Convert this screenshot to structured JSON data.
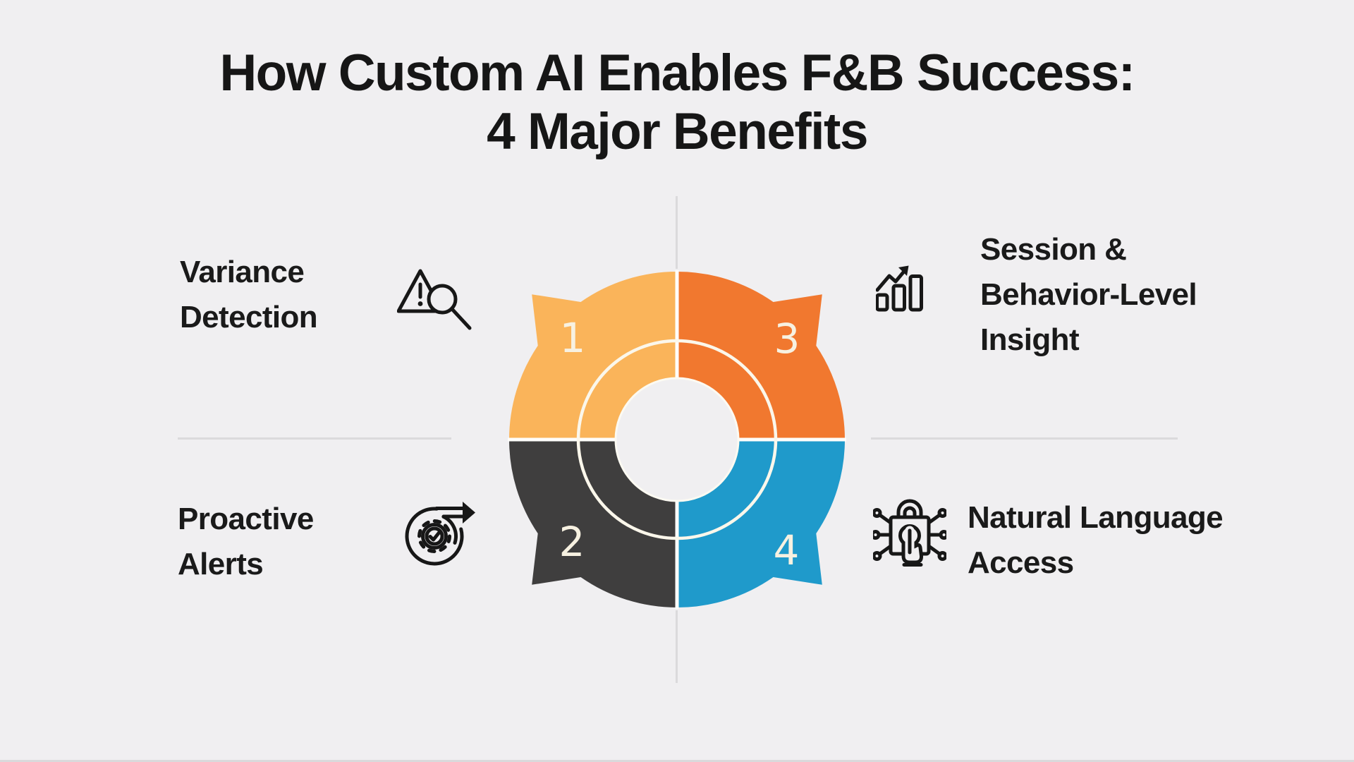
{
  "title": {
    "line1": "How Custom AI Enables F&B Success:",
    "line2": "4 Major Benefits"
  },
  "segments": [
    {
      "number": "1",
      "label": "Variance\nDetection",
      "icon": "warning-magnifier-icon",
      "color": "#FAB45A",
      "position": "top-left"
    },
    {
      "number": "2",
      "label": "Proactive\nAlerts",
      "icon": "cycle-gear-check-icon",
      "color": "#3F3E3E",
      "position": "bottom-left"
    },
    {
      "number": "3",
      "label": "Session &\nBehavior-Level\nInsight",
      "icon": "bar-chart-growth-icon",
      "color": "#F1782F",
      "position": "top-right"
    },
    {
      "number": "4",
      "label": "Natural Language\nAccess",
      "icon": "lock-touch-circuit-icon",
      "color": "#1F9ACB",
      "position": "bottom-right"
    }
  ],
  "theme": {
    "background": "#F0EFF1",
    "ring_color": "#FBF7EB",
    "segment_gap_color": "#FEFEFB",
    "number_color": "#F7F1E1",
    "guide_line_color": "#DBDADC",
    "text_color": "#161616"
  }
}
